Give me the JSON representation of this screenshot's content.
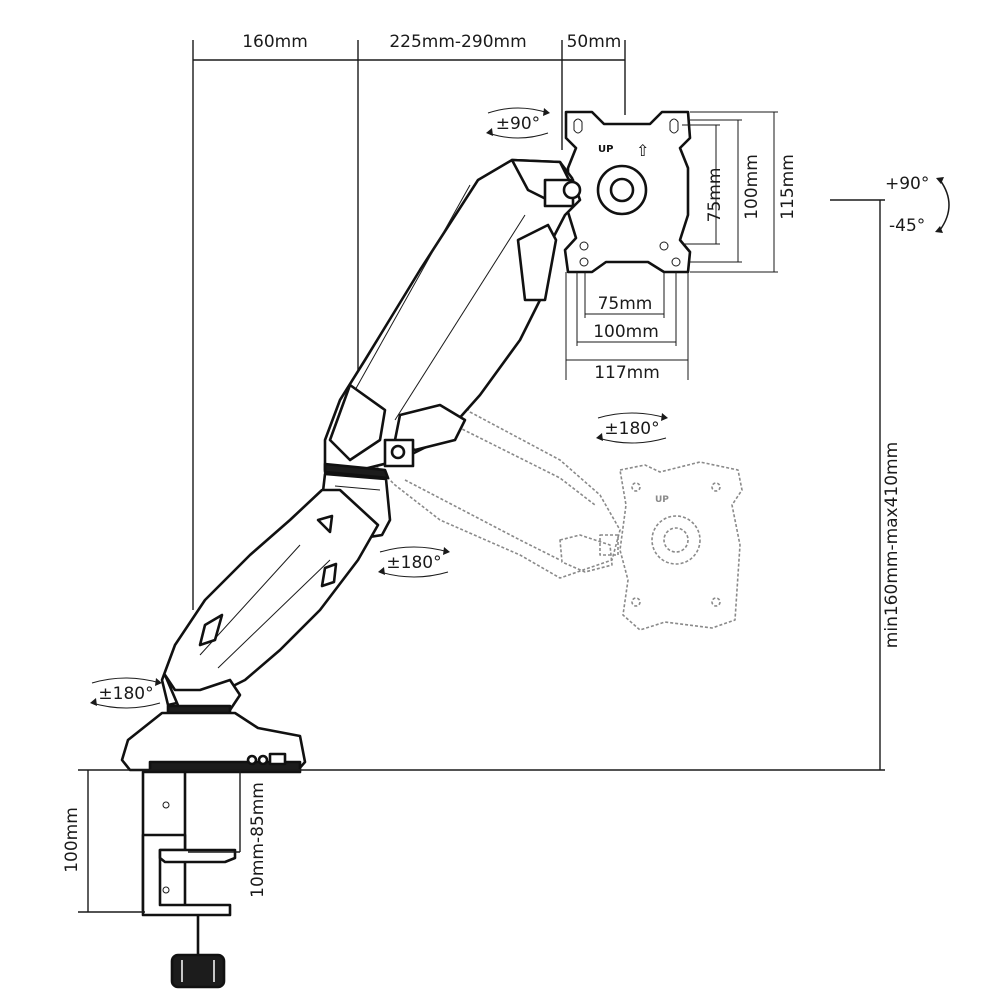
{
  "dimensions": {
    "top_left": "160mm",
    "top_middle": "225mm-290mm",
    "top_right": "50mm",
    "vesa_h_inner": "75mm",
    "vesa_h_mid": "100mm",
    "vesa_h_outer": "117mm",
    "vesa_v_inner": "75mm",
    "vesa_v_mid": "100mm",
    "vesa_v_outer": "115mm",
    "height_range": "min160mm-max410mm",
    "clamp_height": "100mm",
    "desk_thickness": "10mm-85mm"
  },
  "rotations": {
    "tilt_up": "+90°",
    "tilt_down": "-45°",
    "plate_rotation": "±90°",
    "arm_swivel_upper": "±180°",
    "arm_swivel_elbow": "±180°",
    "arm_swivel_base": "±180°"
  },
  "plate_labels": {
    "up_text": "UP",
    "up_arrow": "⇧"
  },
  "icons": {
    "rotation": "rotation-arrows-icon",
    "usb": "usb-port-icon",
    "audio": "audio-port-icon"
  }
}
